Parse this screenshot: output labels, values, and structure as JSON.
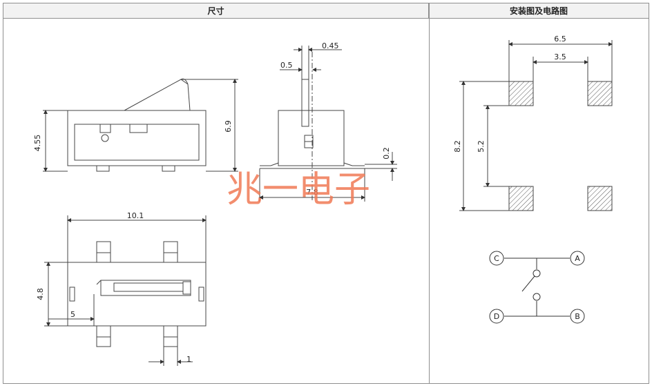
{
  "headers": {
    "dimensions": "尺寸",
    "mounting_circuit": "安装图及电路图"
  },
  "watermark": "兆一电子",
  "side_view": {
    "height_label": "4.55",
    "total_height_label": "6.9"
  },
  "front_view": {
    "lever_width_label": "0.45",
    "gap_label": "0.5",
    "standoff_label": "0.2",
    "width_label": "7.8"
  },
  "top_view": {
    "length_label": "10.1",
    "height_label": "4.8",
    "offset_label": "5",
    "pin_width_label": "1"
  },
  "mounting": {
    "outer_width_label": "6.5",
    "inner_width_label": "3.5",
    "outer_height_label": "8.2",
    "inner_height_label": "5.2"
  },
  "circuit": {
    "pins": [
      "C",
      "A",
      "D",
      "B"
    ]
  },
  "colors": {
    "line": "#3a3a3a",
    "hatch": "#555555",
    "watermark": "#f07a55",
    "header_bg": "#f2f2f2"
  }
}
